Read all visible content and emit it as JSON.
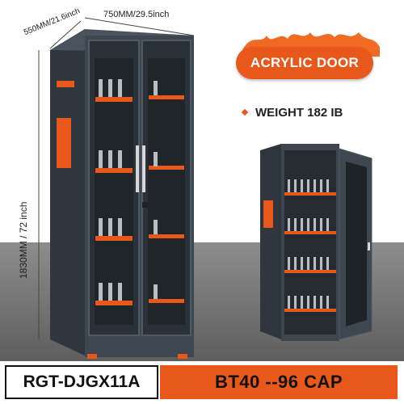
{
  "dimensions": {
    "width": "750MM/29.5inch",
    "depth": "550MM/21.6inch",
    "height": "1830MM / 72 inch"
  },
  "badge": {
    "label": "ACRYLIC DOOR"
  },
  "weight": {
    "label": "WEIGHT 182 IB"
  },
  "product": {
    "model": "RGT-DJGX11A",
    "capacity": "BT40 --96 CAP"
  },
  "colors": {
    "cabinet": "#3e4650",
    "accent": "#e8581b",
    "floor": "#707070"
  }
}
